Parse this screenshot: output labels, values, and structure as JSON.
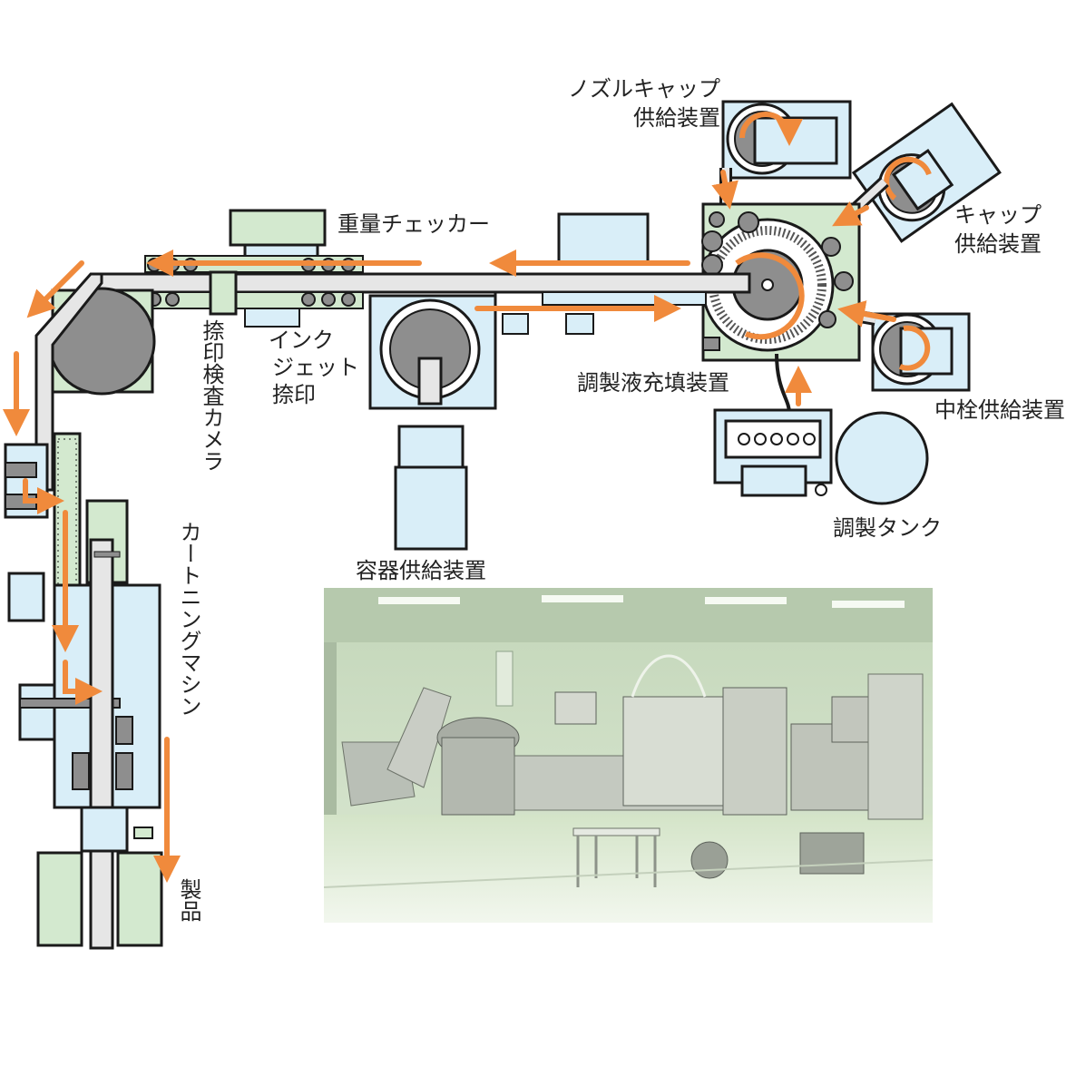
{
  "labels": {
    "nozzle_cap_feeder": [
      "ノズルキャップ",
      "供給装置"
    ],
    "cap_feeder": [
      "キャップ",
      "供給装置"
    ],
    "weight_checker": "重量チェッカー",
    "filling_machine": "調製液充填装置",
    "inner_stopper_feeder": "中栓供給装置",
    "prep_tank": "調製タンク",
    "container_feeder": "容器供給装置",
    "inkjet_print": [
      "インク",
      "ジェット",
      "捺印"
    ],
    "print_camera": "捺印検査カメラ",
    "cartoning_machine": "カートニングマシン",
    "product": "製品"
  },
  "colors": {
    "machine_fill": "#d9eef8",
    "station_fill": "#d3e9cf",
    "rotor_fill": "#8e8e8e",
    "flow_arrow": "#f08a3c",
    "outline": "#1a1a1a",
    "conveyor": "#e6e6e6"
  },
  "photo": {
    "description_icon": "cleanroom-production-line-photo"
  }
}
